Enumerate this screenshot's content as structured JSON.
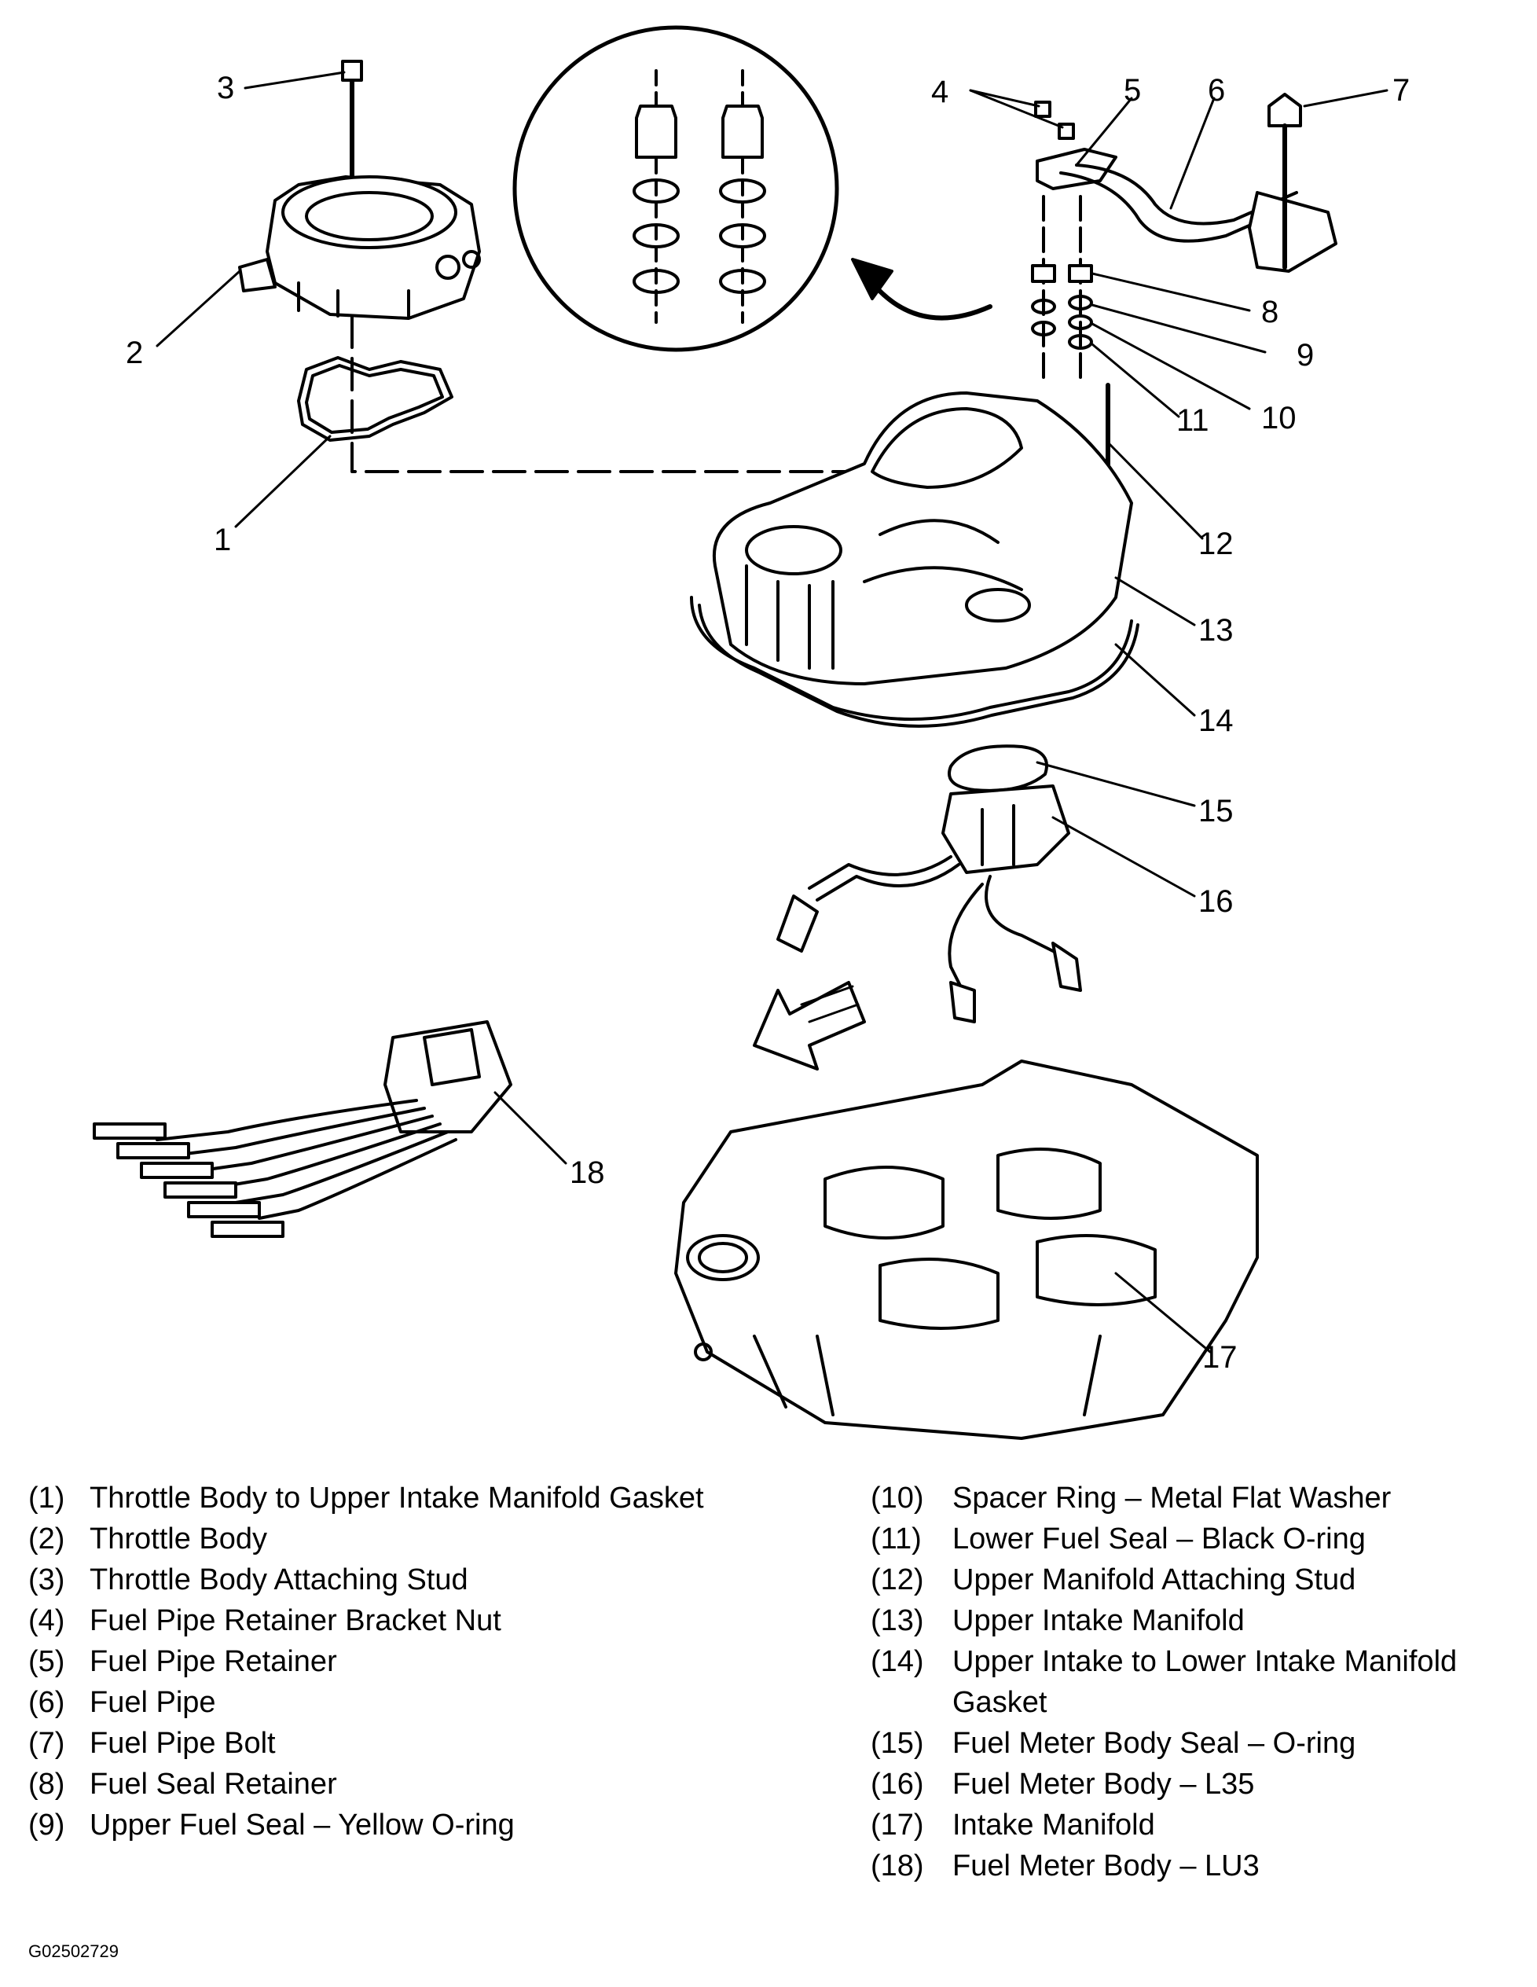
{
  "callouts": [
    "1",
    "2",
    "3",
    "4",
    "5",
    "6",
    "7",
    "8",
    "9",
    "10",
    "11",
    "12",
    "13",
    "14",
    "15",
    "16",
    "17",
    "18"
  ],
  "legend_left": [
    {
      "num": "(1)",
      "text": "Throttle Body to Upper Intake Manifold Gasket"
    },
    {
      "num": "(2)",
      "text": "Throttle Body"
    },
    {
      "num": "(3)",
      "text": "Throttle Body Attaching Stud"
    },
    {
      "num": "(4)",
      "text": "Fuel Pipe Retainer Bracket Nut"
    },
    {
      "num": "(5)",
      "text": "Fuel Pipe Retainer"
    },
    {
      "num": "(6)",
      "text": "Fuel Pipe"
    },
    {
      "num": "(7)",
      "text": "Fuel Pipe Bolt"
    },
    {
      "num": "(8)",
      "text": "Fuel Seal Retainer"
    },
    {
      "num": "(9)",
      "text": "Upper Fuel Seal – Yellow O-ring"
    }
  ],
  "legend_right": [
    {
      "num": "(10)",
      "text": "Spacer Ring – Metal Flat Washer"
    },
    {
      "num": "(11)",
      "text": "Lower Fuel Seal – Black O-ring"
    },
    {
      "num": "(12)",
      "text": "Upper Manifold Attaching Stud"
    },
    {
      "num": "(13)",
      "text": "Upper Intake Manifold"
    },
    {
      "num": "(14)",
      "text": "Upper Intake to Lower Intake Manifold Gasket"
    },
    {
      "num": "(15)",
      "text": "Fuel Meter Body Seal – O-ring"
    },
    {
      "num": "(16)",
      "text": "Fuel Meter Body – L35"
    },
    {
      "num": "(17)",
      "text": "Intake Manifold"
    },
    {
      "num": "(18)",
      "text": "Fuel Meter Body – LU3"
    }
  ],
  "figure_id": "G02502729"
}
